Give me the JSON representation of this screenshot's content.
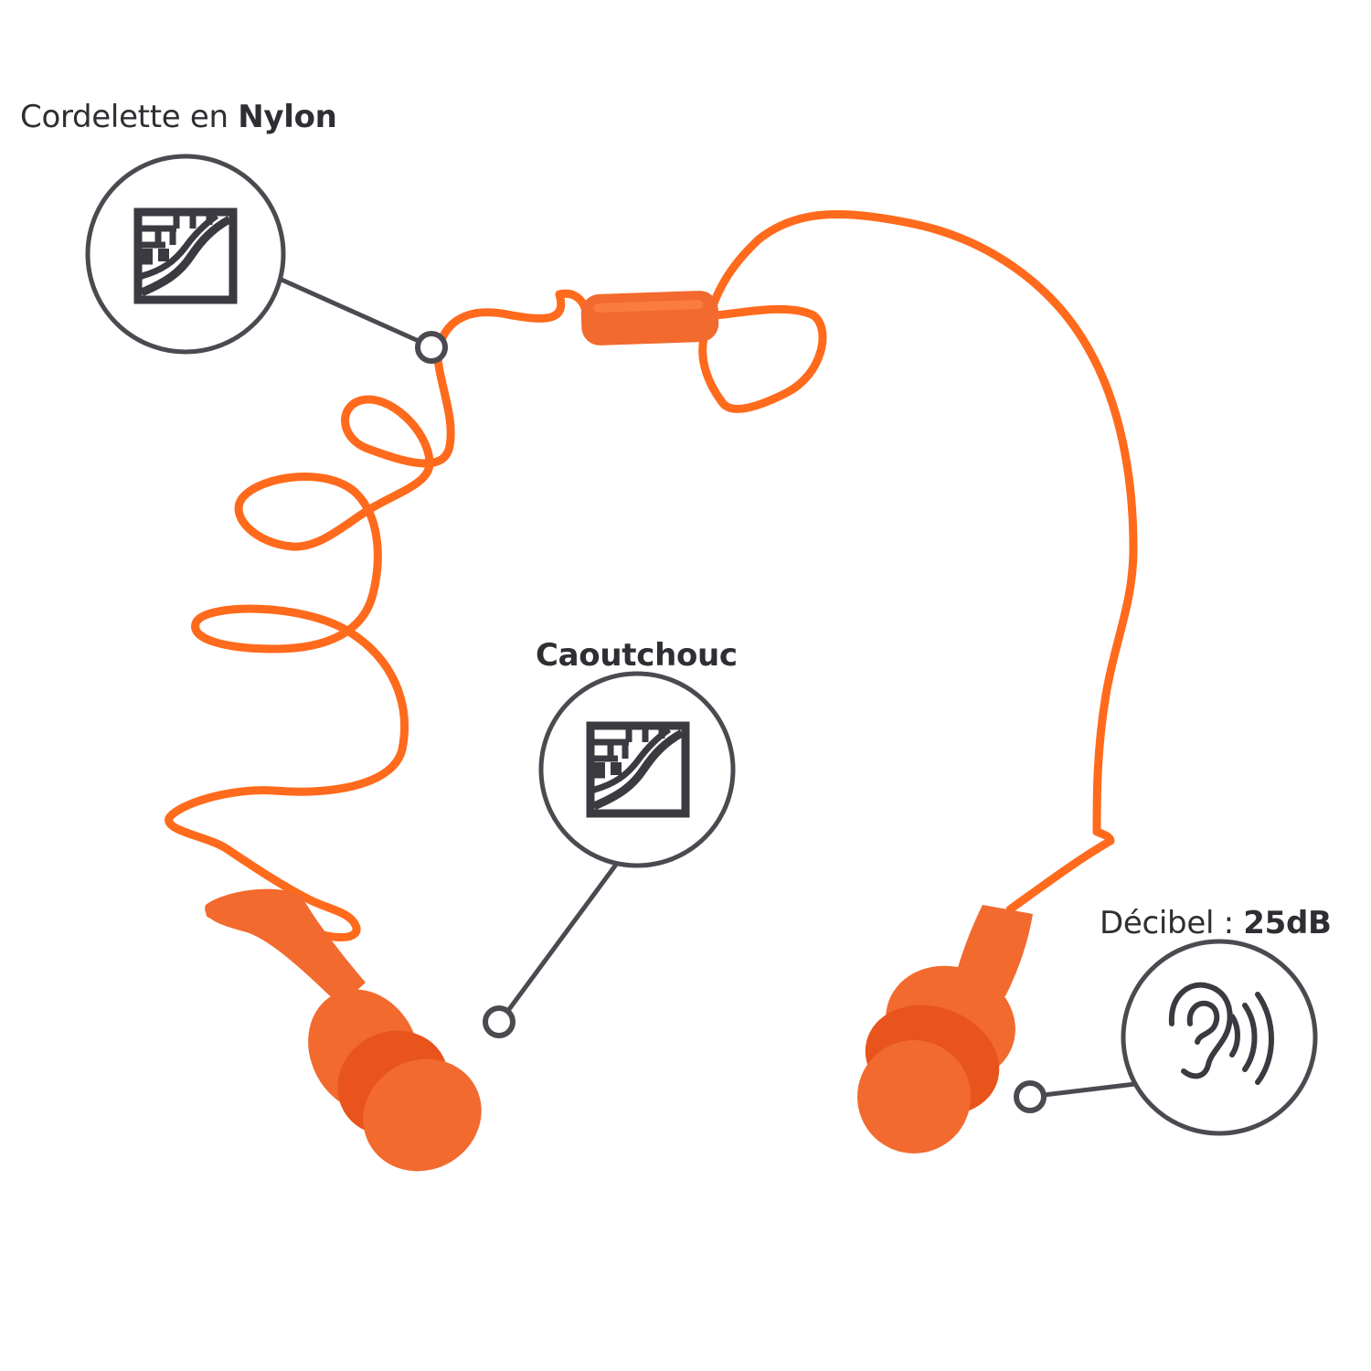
{
  "callouts": {
    "cord": {
      "text": "Cordelette en ",
      "bold": "Nylon",
      "icon": "material-texture-icon"
    },
    "material": {
      "bold": "Caoutchouc",
      "icon": "material-texture-icon"
    },
    "noise": {
      "text": "Décibel : ",
      "bold": "25dB",
      "icon": "ear-sound-icon"
    }
  },
  "colors": {
    "cord": "#ff6a1c",
    "plug": "#f26a2e",
    "plug_shade": "#e8541b",
    "callout_ring": "#4a4a50",
    "label_text": "#2e2e33"
  }
}
